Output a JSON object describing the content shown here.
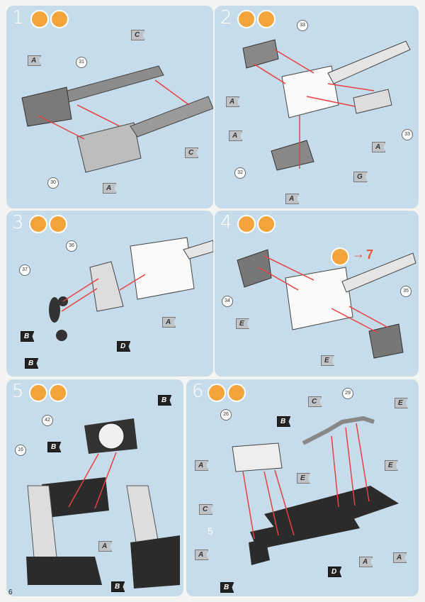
{
  "page_number": "6",
  "steps": [
    {
      "number": "1",
      "callouts": [
        "31",
        "30"
      ],
      "flags": [
        {
          "label": "A",
          "dark": false
        },
        {
          "label": "C",
          "dark": false
        },
        {
          "label": "C",
          "dark": false
        },
        {
          "label": "A",
          "dark": false
        }
      ]
    },
    {
      "number": "2",
      "callouts": [
        "33",
        "33",
        "32"
      ],
      "flags": [
        {
          "label": "A",
          "dark": false
        },
        {
          "label": "A",
          "dark": false
        },
        {
          "label": "A",
          "dark": false
        },
        {
          "label": "G",
          "dark": false
        },
        {
          "label": "A",
          "dark": false
        }
      ]
    },
    {
      "number": "3",
      "callouts": [
        "36",
        "37"
      ],
      "flags": [
        {
          "label": "B",
          "dark": true
        },
        {
          "label": "D",
          "dark": true
        },
        {
          "label": "B",
          "dark": true
        },
        {
          "label": "A",
          "dark": false
        }
      ]
    },
    {
      "number": "4",
      "callouts": [
        "34",
        "35"
      ],
      "flags": [
        {
          "label": "E",
          "dark": false
        },
        {
          "label": "E",
          "dark": false
        }
      ],
      "goto": "7"
    },
    {
      "number": "5",
      "callouts": [
        "42",
        "16"
      ],
      "flags": [
        {
          "label": "B",
          "dark": true
        },
        {
          "label": "B",
          "dark": true
        },
        {
          "label": "A",
          "dark": false
        },
        {
          "label": "B",
          "dark": true
        }
      ]
    },
    {
      "number": "6",
      "callouts": [
        "26",
        "29"
      ],
      "flags": [
        {
          "label": "C",
          "dark": false
        },
        {
          "label": "B",
          "dark": true
        },
        {
          "label": "E",
          "dark": false
        },
        {
          "label": "A",
          "dark": false
        },
        {
          "label": "E",
          "dark": false
        },
        {
          "label": "C",
          "dark": false
        },
        {
          "label": "E",
          "dark": false
        },
        {
          "label": "A",
          "dark": false
        },
        {
          "label": "A",
          "dark": false
        },
        {
          "label": "D",
          "dark": true
        },
        {
          "label": "A",
          "dark": false
        },
        {
          "label": "B",
          "dark": true
        }
      ],
      "extra_label": "5"
    }
  ]
}
